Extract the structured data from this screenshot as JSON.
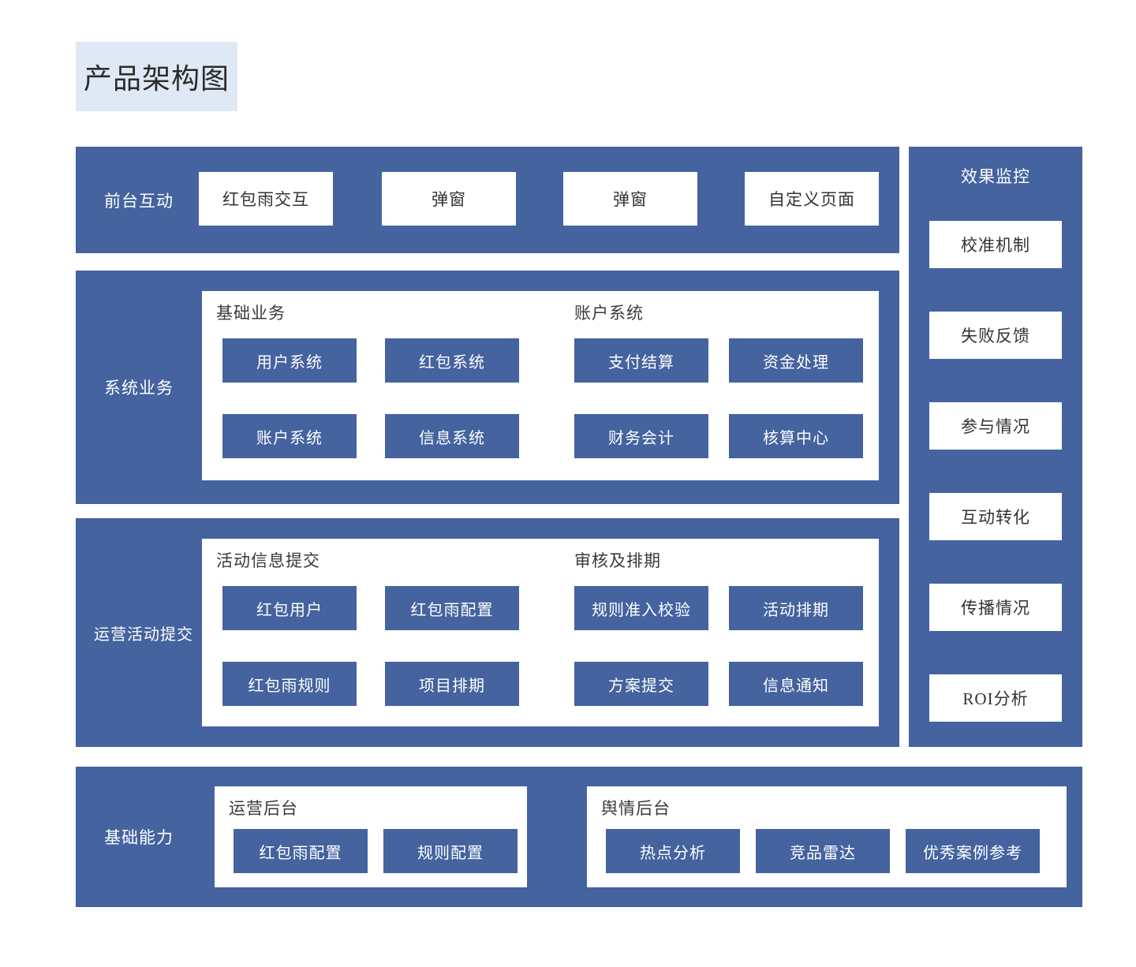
{
  "title": "产品架构图",
  "colors": {
    "panel_blue": "#44639f",
    "tile_blue": "#44639f",
    "card_white": "#ffffff",
    "title_highlight": "#dfe9f5",
    "page_background": "#ffffff",
    "card_text": "#333333",
    "label_text": "#ffffff"
  },
  "sections": {
    "frontend": {
      "label": "前台互动",
      "cards": [
        {
          "label": "红包雨交互"
        },
        {
          "label": "弹窗"
        },
        {
          "label": "弹窗"
        },
        {
          "label": "自定义页面"
        }
      ]
    },
    "system_business": {
      "label": "系统业务",
      "groups": [
        {
          "title": "基础业务",
          "tiles": [
            "用户系统",
            "红包系统",
            "账户系统",
            "信息系统"
          ]
        },
        {
          "title": "账户系统",
          "tiles": [
            "支付结算",
            "资金处理",
            "财务会计",
            "核算中心"
          ]
        }
      ]
    },
    "operation_submit": {
      "label": "运营活动提交",
      "groups": [
        {
          "title": "活动信息提交",
          "tiles": [
            "红包用户",
            "红包雨配置",
            "红包雨规则",
            "项目排期"
          ]
        },
        {
          "title": "审核及排期",
          "tiles": [
            "规则准入校验",
            "活动排期",
            "方案提交",
            "信息通知"
          ]
        }
      ]
    },
    "basic_capability": {
      "label": "基础能力",
      "groups": [
        {
          "title": "运营后台",
          "tiles": [
            "红包雨配置",
            "规则配置"
          ]
        },
        {
          "title": "舆情后台",
          "tiles": [
            "热点分析",
            "竞品雷达",
            "优秀案例参考"
          ]
        }
      ]
    },
    "monitoring": {
      "label": "效果监控",
      "cards": [
        "校准机制",
        "失败反馈",
        "参与情况",
        "互动转化",
        "传播情况",
        "ROI分析"
      ]
    }
  }
}
